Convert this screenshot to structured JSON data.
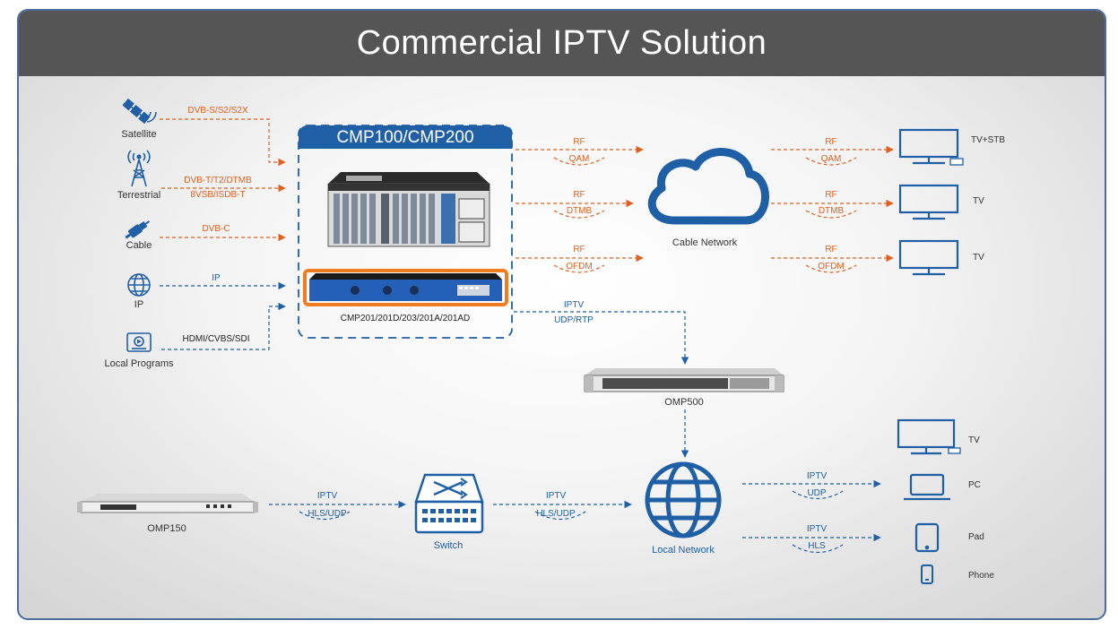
{
  "title": "Commercial IPTV Solution",
  "colors": {
    "accent_blue": "#1f5fa6",
    "rf_orange": "#e0601f",
    "title_bar": "#555555",
    "frame": "#4a6da0"
  },
  "sources": [
    {
      "name": "Satellite",
      "icon": "satellite-icon",
      "signal": "DVB-S/S2/S2X"
    },
    {
      "name": "Terrestrial",
      "icon": "antenna-tower-icon",
      "signal": "DVB-T/T2/DTMB",
      "signal2": "8VSB/ISDB-T"
    },
    {
      "name": "Cable",
      "icon": "cable-connector-icon",
      "signal": "DVB-C"
    },
    {
      "name": "IP",
      "icon": "globe-icon",
      "signal": "IP"
    },
    {
      "name": "Local Programs",
      "icon": "monitor-play-icon",
      "signal": "HDMI/CVBS/SDI"
    }
  ],
  "headend": {
    "title": "CMP100/CMP200",
    "sub_label": "CMP201/201D/203/201A/201AD"
  },
  "rf_outputs": [
    {
      "top": "RF",
      "bottom": "QAM"
    },
    {
      "top": "RF",
      "bottom": "DTMB"
    },
    {
      "top": "RF",
      "bottom": "OFDM"
    }
  ],
  "cable_network": "Cable Network",
  "tv_outputs": [
    {
      "top": "RF",
      "bottom": "QAM",
      "device": "TV+STB"
    },
    {
      "top": "RF",
      "bottom": "DTMB",
      "device": "TV"
    },
    {
      "top": "RF",
      "bottom": "OFDM",
      "device": "TV"
    }
  ],
  "iptv_link": {
    "top": "IPTV",
    "bottom": "UDP/RTP"
  },
  "omp500": "OMP500",
  "omp150": "OMP150",
  "switch": "Switch",
  "local_network": "Local Network",
  "omp150_link": {
    "top": "IPTV",
    "bottom": "HLS/UDP"
  },
  "switch_link": {
    "top": "IPTV",
    "bottom": "HLS/UDP"
  },
  "lan_links": [
    {
      "top": "IPTV",
      "bottom": "UDP"
    },
    {
      "top": "IPTV",
      "bottom": "HLS"
    }
  ],
  "end_devices": [
    {
      "name": "TV",
      "icon": "tv-icon"
    },
    {
      "name": "PC",
      "icon": "laptop-icon"
    },
    {
      "name": "Pad",
      "icon": "tablet-icon"
    },
    {
      "name": "Phone",
      "icon": "phone-icon"
    }
  ]
}
